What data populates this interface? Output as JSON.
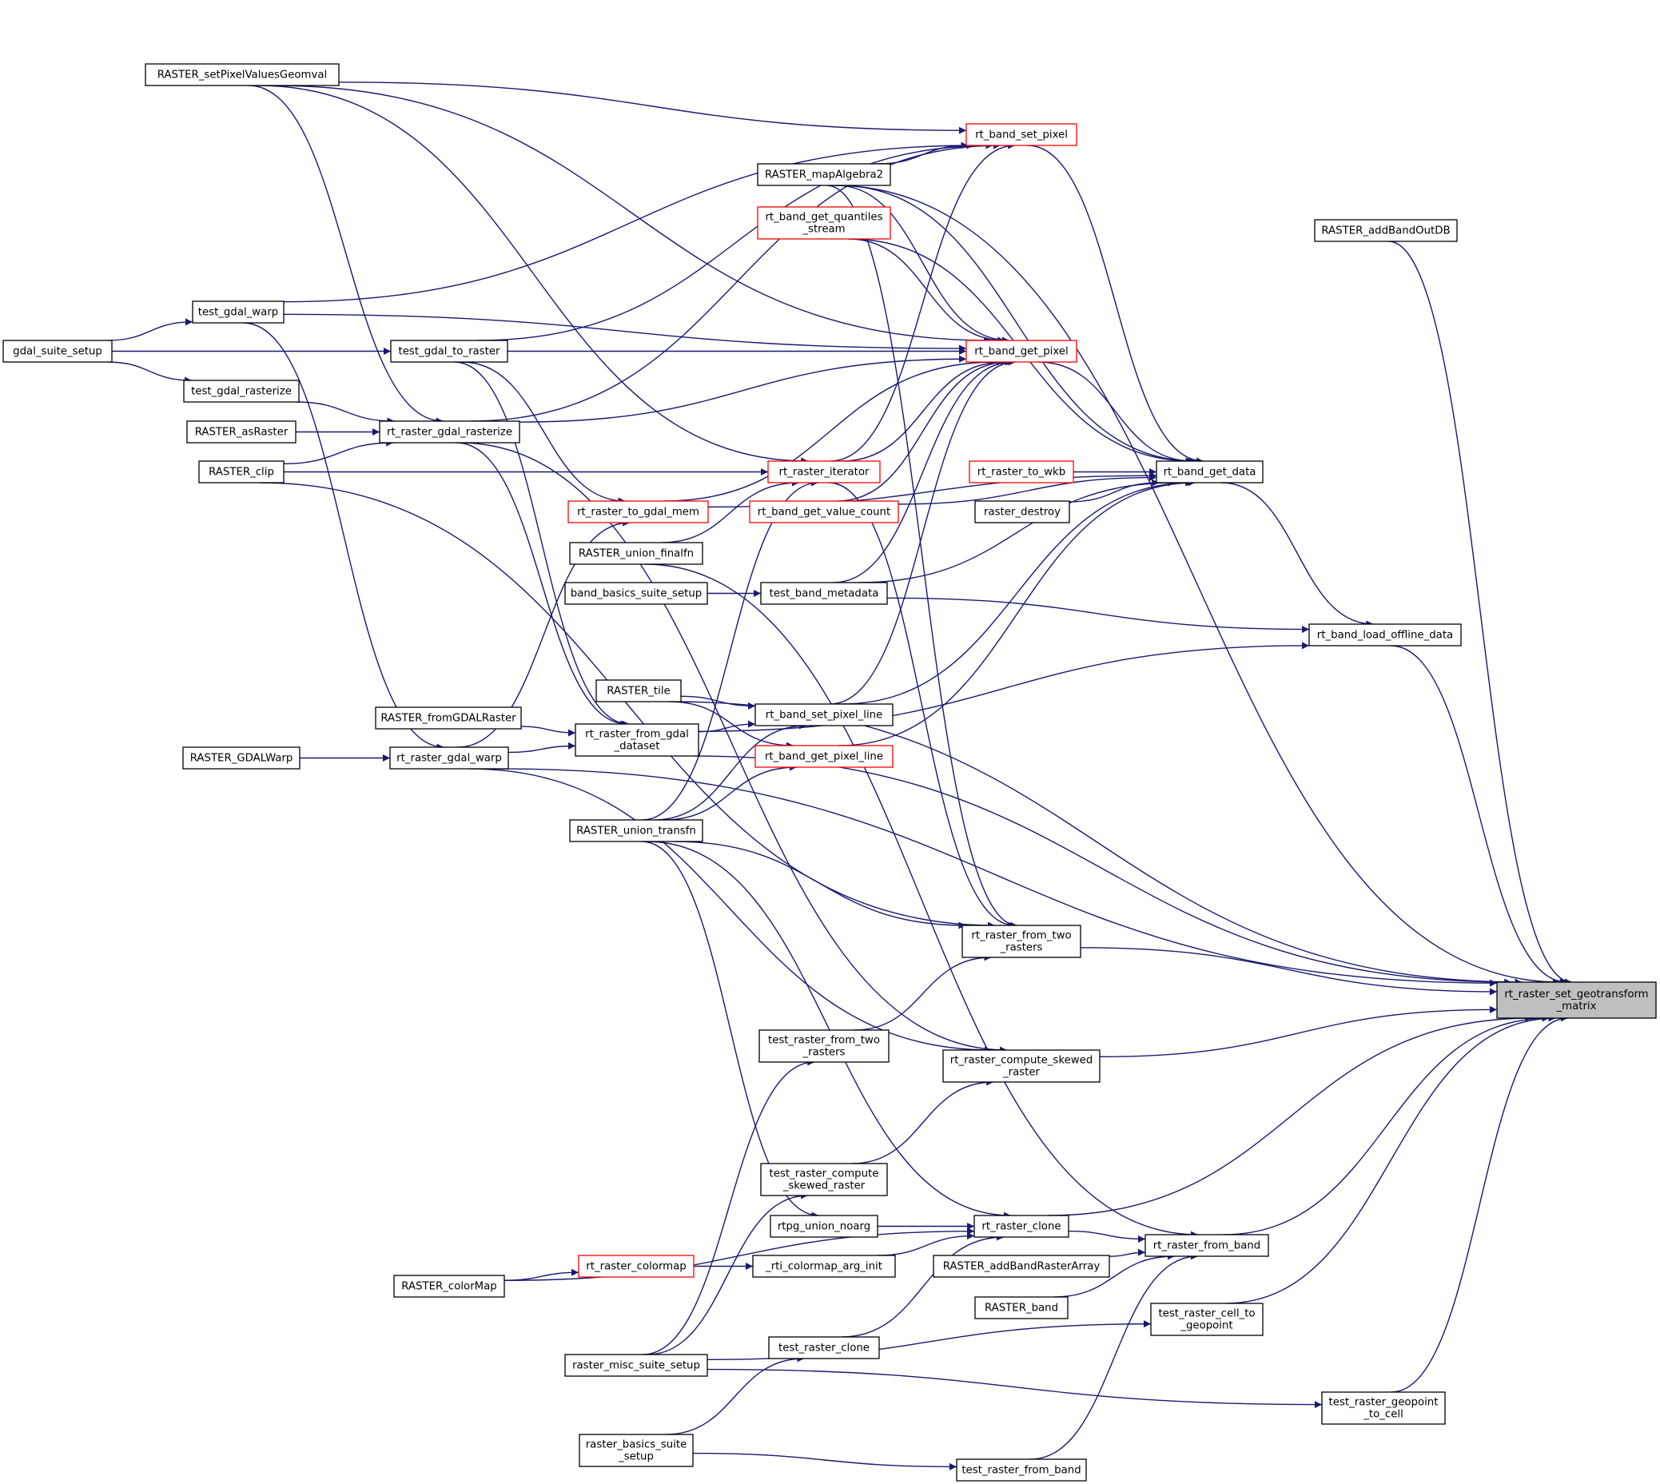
{
  "colors": {
    "edge": "#191970",
    "highlight_border": "#ff0000",
    "root_fill": "#bfbfbf"
  },
  "nodes": [
    {
      "id": "root",
      "lines": [
        "rt_raster_set_geotransform",
        "_matrix"
      ],
      "style": "root"
    },
    {
      "id": "RASTER_setPixelValuesGeomval",
      "lines": [
        "RASTER_setPixelValuesGeomval"
      ],
      "style": "normal"
    },
    {
      "id": "rt_band_set_pixel",
      "lines": [
        "rt_band_set_pixel"
      ],
      "style": "red"
    },
    {
      "id": "RASTER_mapAlgebra2",
      "lines": [
        "RASTER_mapAlgebra2"
      ],
      "style": "normal"
    },
    {
      "id": "rt_band_get_quantiles_stream",
      "lines": [
        "rt_band_get_quantiles",
        "_stream"
      ],
      "style": "red"
    },
    {
      "id": "RASTER_addBandOutDB",
      "lines": [
        "RASTER_addBandOutDB"
      ],
      "style": "normal"
    },
    {
      "id": "test_gdal_warp",
      "lines": [
        "test_gdal_warp"
      ],
      "style": "normal"
    },
    {
      "id": "gdal_suite_setup",
      "lines": [
        "gdal_suite_setup"
      ],
      "style": "normal"
    },
    {
      "id": "test_gdal_to_raster",
      "lines": [
        "test_gdal_to_raster"
      ],
      "style": "normal"
    },
    {
      "id": "rt_band_get_pixel",
      "lines": [
        "rt_band_get_pixel"
      ],
      "style": "red"
    },
    {
      "id": "test_gdal_rasterize",
      "lines": [
        "test_gdal_rasterize"
      ],
      "style": "normal"
    },
    {
      "id": "RASTER_asRaster",
      "lines": [
        "RASTER_asRaster"
      ],
      "style": "normal"
    },
    {
      "id": "rt_raster_gdal_rasterize",
      "lines": [
        "rt_raster_gdal_rasterize"
      ],
      "style": "normal"
    },
    {
      "id": "RASTER_clip",
      "lines": [
        "RASTER_clip"
      ],
      "style": "normal"
    },
    {
      "id": "rt_raster_iterator",
      "lines": [
        "rt_raster_iterator"
      ],
      "style": "red"
    },
    {
      "id": "rt_raster_to_wkb",
      "lines": [
        "rt_raster_to_wkb"
      ],
      "style": "red"
    },
    {
      "id": "rt_band_get_data",
      "lines": [
        "rt_band_get_data"
      ],
      "style": "normal"
    },
    {
      "id": "rt_raster_to_gdal_mem",
      "lines": [
        "rt_raster_to_gdal_mem"
      ],
      "style": "red"
    },
    {
      "id": "rt_band_get_value_count",
      "lines": [
        "rt_band_get_value_count"
      ],
      "style": "red"
    },
    {
      "id": "raster_destroy",
      "lines": [
        "raster_destroy"
      ],
      "style": "normal"
    },
    {
      "id": "RASTER_union_finalfn",
      "lines": [
        "RASTER_union_finalfn"
      ],
      "style": "normal"
    },
    {
      "id": "band_basics_suite_setup",
      "lines": [
        "band_basics_suite_setup"
      ],
      "style": "normal"
    },
    {
      "id": "test_band_metadata",
      "lines": [
        "test_band_metadata"
      ],
      "style": "normal"
    },
    {
      "id": "rt_band_load_offline_data",
      "lines": [
        "rt_band_load_offline_data"
      ],
      "style": "normal"
    },
    {
      "id": "RASTER_tile",
      "lines": [
        "RASTER_tile"
      ],
      "style": "normal"
    },
    {
      "id": "rt_band_set_pixel_line",
      "lines": [
        "rt_band_set_pixel_line"
      ],
      "style": "normal"
    },
    {
      "id": "RASTER_fromGDALRaster",
      "lines": [
        "RASTER_fromGDALRaster"
      ],
      "style": "normal"
    },
    {
      "id": "rt_raster_from_gdal_dataset",
      "lines": [
        "rt_raster_from_gdal",
        "_dataset"
      ],
      "style": "normal"
    },
    {
      "id": "rt_band_get_pixel_line",
      "lines": [
        "rt_band_get_pixel_line"
      ],
      "style": "red"
    },
    {
      "id": "RASTER_GDALWarp",
      "lines": [
        "RASTER_GDALWarp"
      ],
      "style": "normal"
    },
    {
      "id": "rt_raster_gdal_warp",
      "lines": [
        "rt_raster_gdal_warp"
      ],
      "style": "normal"
    },
    {
      "id": "RASTER_union_transfn",
      "lines": [
        "RASTER_union_transfn"
      ],
      "style": "normal"
    },
    {
      "id": "rt_raster_from_two_rasters",
      "lines": [
        "rt_raster_from_two",
        "_rasters"
      ],
      "style": "normal"
    },
    {
      "id": "test_raster_from_two_rasters",
      "lines": [
        "test_raster_from_two",
        "_rasters"
      ],
      "style": "normal"
    },
    {
      "id": "rt_raster_compute_skewed_raster",
      "lines": [
        "rt_raster_compute_skewed",
        "_raster"
      ],
      "style": "normal"
    },
    {
      "id": "test_raster_compute_skewed_raster",
      "lines": [
        "test_raster_compute",
        "_skewed_raster"
      ],
      "style": "normal"
    },
    {
      "id": "rtpg_union_noarg",
      "lines": [
        "rtpg_union_noarg"
      ],
      "style": "normal"
    },
    {
      "id": "rt_raster_clone",
      "lines": [
        "rt_raster_clone"
      ],
      "style": "normal"
    },
    {
      "id": "rt_raster_from_band",
      "lines": [
        "rt_raster_from_band"
      ],
      "style": "normal"
    },
    {
      "id": "RASTER_colorMap",
      "lines": [
        "RASTER_colorMap"
      ],
      "style": "normal"
    },
    {
      "id": "rt_raster_colormap",
      "lines": [
        "rt_raster_colormap"
      ],
      "style": "red"
    },
    {
      "id": "rti_colormap_arg_init",
      "lines": [
        "_rti_colormap_arg_init"
      ],
      "style": "normal"
    },
    {
      "id": "RASTER_addBandRasterArray",
      "lines": [
        "RASTER_addBandRasterArray"
      ],
      "style": "normal"
    },
    {
      "id": "RASTER_band",
      "lines": [
        "RASTER_band"
      ],
      "style": "normal"
    },
    {
      "id": "test_raster_cell_to_geopoint",
      "lines": [
        "test_raster_cell_to",
        "_geopoint"
      ],
      "style": "normal"
    },
    {
      "id": "test_raster_clone",
      "lines": [
        "test_raster_clone"
      ],
      "style": "normal"
    },
    {
      "id": "raster_misc_suite_setup",
      "lines": [
        "raster_misc_suite_setup"
      ],
      "style": "normal"
    },
    {
      "id": "test_raster_geopoint_to_cell",
      "lines": [
        "test_raster_geopoint",
        "_to_cell"
      ],
      "style": "normal"
    },
    {
      "id": "raster_basics_suite_setup",
      "lines": [
        "raster_basics_suite",
        "_setup"
      ],
      "style": "normal"
    },
    {
      "id": "test_raster_from_band",
      "lines": [
        "test_raster_from_band"
      ],
      "style": "normal"
    }
  ],
  "edges": [
    [
      "RASTER_addBandOutDB",
      "root"
    ],
    [
      "rt_band_get_data",
      "rt_band_load_offline_data"
    ],
    [
      "rt_band_load_offline_data",
      "root"
    ],
    [
      "rt_band_set_pixel",
      "rt_band_get_data"
    ],
    [
      "rt_band_get_pixel",
      "rt_band_get_data"
    ],
    [
      "rt_raster_to_wkb",
      "rt_band_get_data"
    ],
    [
      "raster_destroy",
      "rt_band_get_data"
    ],
    [
      "rt_raster_to_gdal_mem",
      "rt_band_get_data"
    ],
    [
      "test_band_metadata",
      "rt_band_get_data"
    ],
    [
      "rt_band_get_value_count",
      "rt_band_get_data"
    ],
    [
      "rt_band_get_quantiles_stream",
      "rt_band_get_data"
    ],
    [
      "RASTER_mapAlgebra2",
      "rt_band_get_data"
    ],
    [
      "rt_band_set_pixel_line",
      "rt_band_get_data"
    ],
    [
      "rt_band_get_pixel_line",
      "rt_band_get_data"
    ],
    [
      "test_band_metadata",
      "rt_band_load_offline_data"
    ],
    [
      "rt_raster_from_gdal_dataset",
      "rt_band_load_offline_data"
    ],
    [
      "RASTER_setPixelValuesGeomval",
      "rt_band_set_pixel"
    ],
    [
      "RASTER_mapAlgebra2",
      "rt_band_set_pixel"
    ],
    [
      "test_gdal_warp",
      "rt_band_set_pixel"
    ],
    [
      "test_gdal_to_raster",
      "rt_band_set_pixel"
    ],
    [
      "rt_raster_iterator",
      "rt_band_set_pixel"
    ],
    [
      "RASTER_setPixelValuesGeomval",
      "rt_band_get_pixel"
    ],
    [
      "RASTER_mapAlgebra2",
      "rt_band_get_pixel"
    ],
    [
      "rt_band_get_quantiles_stream",
      "rt_band_get_pixel"
    ],
    [
      "test_gdal_warp",
      "rt_band_get_pixel"
    ],
    [
      "test_gdal_to_raster",
      "rt_band_get_pixel"
    ],
    [
      "rt_raster_gdal_rasterize",
      "rt_band_get_pixel"
    ],
    [
      "rt_raster_iterator",
      "rt_band_get_pixel"
    ],
    [
      "rt_raster_to_gdal_mem",
      "rt_band_get_pixel"
    ],
    [
      "rt_band_get_value_count",
      "rt_band_get_pixel"
    ],
    [
      "test_band_metadata",
      "rt_band_get_pixel"
    ],
    [
      "rt_band_set_pixel_line",
      "rt_band_get_pixel"
    ],
    [
      "rt_raster_gdal_rasterize",
      "rt_band_set_pixel"
    ],
    [
      "gdal_suite_setup",
      "test_gdal_warp"
    ],
    [
      "gdal_suite_setup",
      "test_gdal_to_raster"
    ],
    [
      "gdal_suite_setup",
      "test_gdal_rasterize"
    ],
    [
      "test_gdal_rasterize",
      "rt_raster_gdal_rasterize"
    ],
    [
      "RASTER_asRaster",
      "rt_raster_gdal_rasterize"
    ],
    [
      "RASTER_clip",
      "rt_raster_gdal_rasterize"
    ],
    [
      "RASTER_setPixelValuesGeomval",
      "rt_raster_gdal_rasterize"
    ],
    [
      "RASTER_clip",
      "rt_raster_iterator"
    ],
    [
      "RASTER_setPixelValuesGeomval",
      "rt_raster_iterator"
    ],
    [
      "RASTER_union_finalfn",
      "rt_raster_iterator"
    ],
    [
      "RASTER_union_transfn",
      "rt_raster_iterator"
    ],
    [
      "test_gdal_to_raster",
      "rt_raster_to_gdal_mem"
    ],
    [
      "rt_raster_gdal_warp",
      "rt_raster_to_gdal_mem"
    ],
    [
      "band_basics_suite_setup",
      "test_band_metadata"
    ],
    [
      "RASTER_tile",
      "rt_band_set_pixel_line"
    ],
    [
      "rt_raster_from_gdal_dataset",
      "rt_band_set_pixel_line"
    ],
    [
      "RASTER_union_transfn",
      "rt_band_set_pixel_line"
    ],
    [
      "RASTER_tile",
      "rt_band_get_pixel_line"
    ],
    [
      "RASTER_union_transfn",
      "rt_band_get_pixel_line"
    ],
    [
      "RASTER_fromGDALRaster",
      "rt_raster_from_gdal_dataset"
    ],
    [
      "rt_raster_gdal_warp",
      "rt_raster_from_gdal_dataset"
    ],
    [
      "test_gdal_to_raster",
      "rt_raster_from_gdal_dataset"
    ],
    [
      "rt_raster_gdal_rasterize",
      "rt_raster_from_gdal_dataset"
    ],
    [
      "RASTER_GDALWarp",
      "rt_raster_gdal_warp"
    ],
    [
      "test_gdal_warp",
      "rt_raster_gdal_warp"
    ],
    [
      "RASTER_tile",
      "root"
    ],
    [
      "RASTER_mapAlgebra2",
      "root"
    ],
    [
      "rt_raster_from_gdal_dataset",
      "root"
    ],
    [
      "rt_raster_from_two_rasters",
      "root"
    ],
    [
      "rt_raster_compute_skewed_raster",
      "root"
    ],
    [
      "rt_raster_gdal_warp",
      "root"
    ],
    [
      "rt_raster_clone",
      "root"
    ],
    [
      "rt_raster_from_band",
      "root"
    ],
    [
      "test_raster_cell_to_geopoint",
      "root"
    ],
    [
      "test_raster_geopoint_to_cell",
      "root"
    ],
    [
      "RASTER_union_transfn",
      "rt_raster_from_two_rasters"
    ],
    [
      "RASTER_clip",
      "rt_raster_from_two_rasters"
    ],
    [
      "RASTER_mapAlgebra2",
      "rt_raster_from_two_rasters"
    ],
    [
      "rt_raster_iterator",
      "rt_raster_from_two_rasters"
    ],
    [
      "test_raster_from_two_rasters",
      "rt_raster_from_two_rasters"
    ],
    [
      "rt_raster_gdal_warp",
      "rt_raster_compute_skewed_raster"
    ],
    [
      "rt_raster_gdal_rasterize",
      "rt_raster_compute_skewed_raster"
    ],
    [
      "test_raster_compute_skewed_raster",
      "rt_raster_compute_skewed_raster"
    ],
    [
      "rtpg_union_noarg",
      "rt_raster_clone"
    ],
    [
      "RASTER_union_transfn",
      "rt_raster_clone"
    ],
    [
      "RASTER_colorMap",
      "rt_raster_clone"
    ],
    [
      "rti_colormap_arg_init",
      "rt_raster_clone"
    ],
    [
      "test_raster_clone",
      "rt_raster_clone"
    ],
    [
      "rt_raster_clone",
      "rt_raster_from_band"
    ],
    [
      "RASTER_addBandRasterArray",
      "rt_raster_from_band"
    ],
    [
      "RASTER_band",
      "rt_raster_from_band"
    ],
    [
      "test_raster_from_band",
      "rt_raster_from_band"
    ],
    [
      "RASTER_union_finalfn",
      "rt_raster_from_band"
    ],
    [
      "RASTER_colorMap",
      "rt_raster_colormap"
    ],
    [
      "rt_raster_colormap",
      "rti_colormap_arg_init"
    ],
    [
      "RASTER_union_transfn",
      "rtpg_union_noarg"
    ],
    [
      "raster_misc_suite_setup",
      "test_raster_from_two_rasters"
    ],
    [
      "raster_misc_suite_setup",
      "test_raster_compute_skewed_raster"
    ],
    [
      "raster_misc_suite_setup",
      "test_raster_cell_to_geopoint"
    ],
    [
      "raster_misc_suite_setup",
      "test_raster_geopoint_to_cell"
    ],
    [
      "raster_basics_suite_setup",
      "test_raster_clone"
    ],
    [
      "raster_basics_suite_setup",
      "test_raster_from_band"
    ]
  ]
}
